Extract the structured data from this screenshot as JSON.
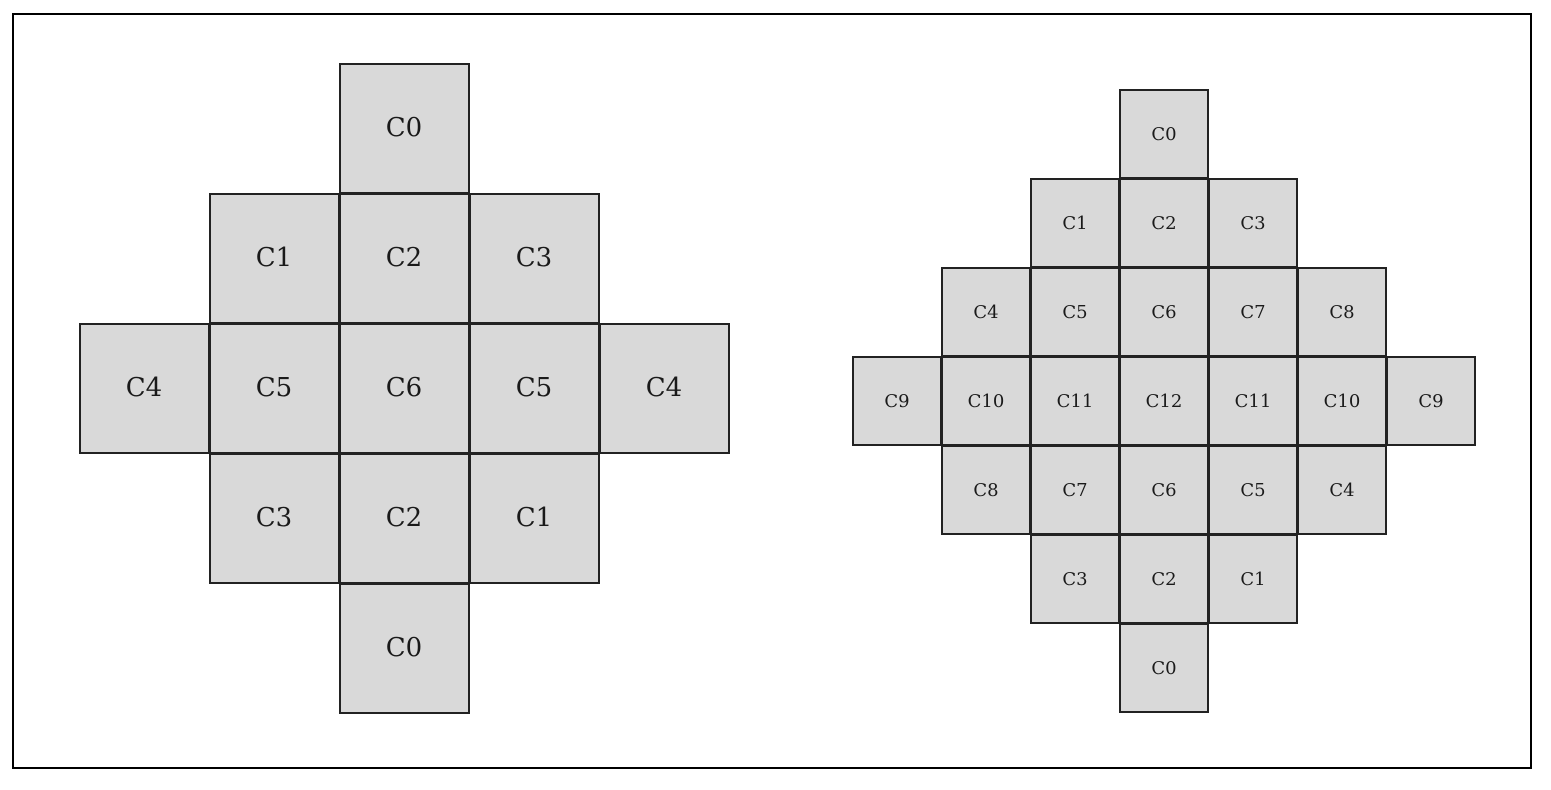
{
  "diagrams": [
    {
      "rows": [
        [
          "C0"
        ],
        [
          "C1",
          "C2",
          "C3"
        ],
        [
          "C4",
          "C5",
          "C6",
          "C5",
          "C4"
        ],
        [
          "C3",
          "C2",
          "C1"
        ],
        [
          "C0"
        ]
      ]
    },
    {
      "rows": [
        [
          "C0"
        ],
        [
          "C1",
          "C2",
          "C3"
        ],
        [
          "C4",
          "C5",
          "C6",
          "C7",
          "C8"
        ],
        [
          "C9",
          "C10",
          "C11",
          "C12",
          "C11",
          "C10",
          "C9"
        ],
        [
          "C8",
          "C7",
          "C6",
          "C5",
          "C4"
        ],
        [
          "C3",
          "C2",
          "C1"
        ],
        [
          "C0"
        ]
      ]
    }
  ]
}
